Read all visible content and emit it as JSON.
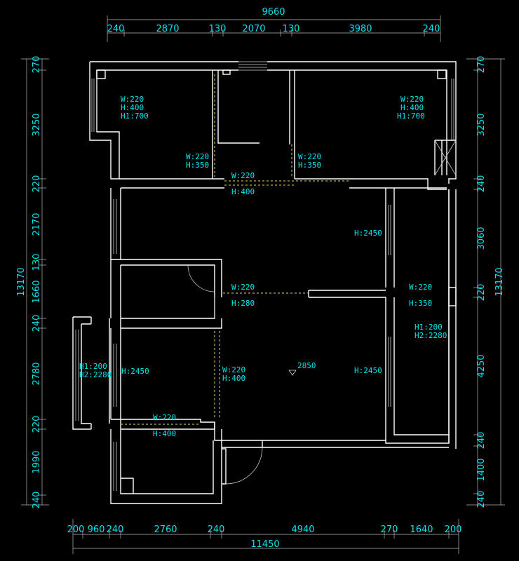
{
  "top_dims": {
    "total": "9660",
    "segments": [
      "240",
      "2870",
      "130",
      "2070",
      "130",
      "3980",
      "240"
    ]
  },
  "bottom_dims": {
    "total": "11450",
    "segments": [
      "200",
      "960",
      "240",
      "2760",
      "240",
      "4940",
      "270",
      "1640",
      "200"
    ]
  },
  "left_dims": {
    "total": "13170",
    "segments": [
      "270",
      "3250",
      "220",
      "2170",
      "130",
      "1660",
      "240",
      "2780",
      "220",
      "1990",
      "240"
    ]
  },
  "right_dims": {
    "total": "13170",
    "segments": [
      "270",
      "3250",
      "240",
      "3060",
      "220",
      "4250",
      "240",
      "1400",
      "240"
    ]
  },
  "annotations": {
    "tl_room": [
      "W:220",
      "H:400",
      "H1:700"
    ],
    "tr_room": [
      "W:220",
      "H:400",
      "H1:700"
    ],
    "door_a": [
      "W:220",
      "H:350"
    ],
    "door_b": [
      "W:220",
      "H:350"
    ],
    "corridor": [
      "W:220",
      "H:400"
    ],
    "mid_door": [
      "W:220",
      "H:280"
    ],
    "right_door": [
      "W:220",
      "H:350"
    ],
    "right_win": [
      "H1:200",
      "H2:2280"
    ],
    "left_win": [
      "H1:200",
      "H2:2280"
    ],
    "h2450_left": "H:2450",
    "h2450_top": "H:2450",
    "h2450_right": "H:2450",
    "living_door": [
      "W:220",
      "H:400"
    ],
    "bottom_door": [
      "W:220",
      "H:400"
    ],
    "ceiling": "2850"
  }
}
